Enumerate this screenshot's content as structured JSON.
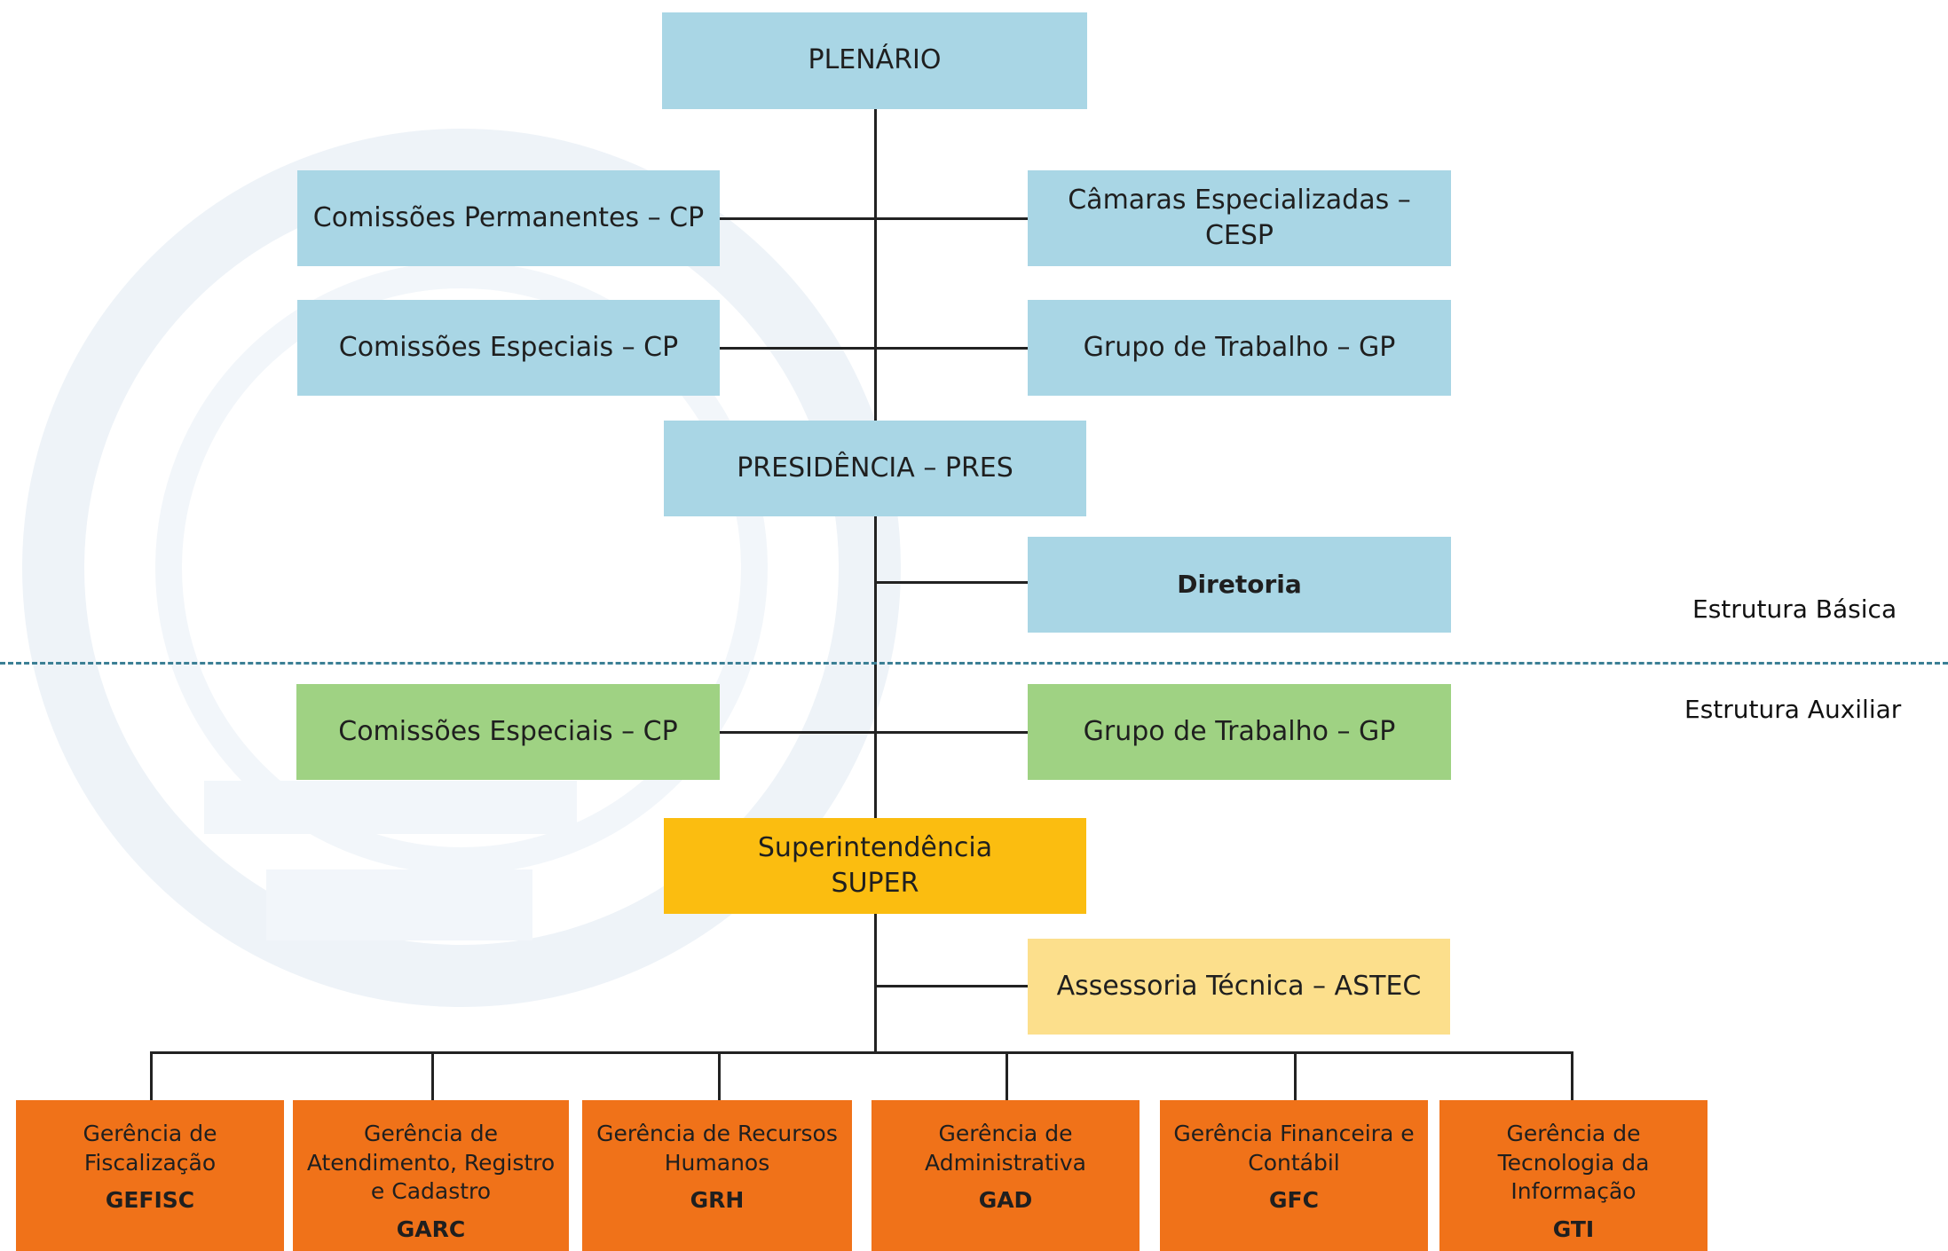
{
  "basic": {
    "plenario": "PLENÁRIO",
    "comissoes_permanentes": "Comissões Permanentes – CP",
    "camaras_especializadas": "Câmaras Especializadas – CESP",
    "comissoes_especiais": "Comissões Especiais – CP",
    "grupo_trabalho": "Grupo de Trabalho – GP",
    "presidencia": "PRESIDÊNCIA – PRES",
    "diretoria": "Diretoria"
  },
  "auxiliary": {
    "comissoes_especiais": "Comissões Especiais – CP",
    "grupo_trabalho": "Grupo de Trabalho – GP"
  },
  "super": {
    "line1": "Superintendência",
    "line2": "SUPER"
  },
  "astec": "Assessoria Técnica – ASTEC",
  "sections": {
    "basic": "Estrutura Básica",
    "auxiliary": "Estrutura Auxiliar"
  },
  "departments": [
    {
      "name": "Gerência de Fiscalização",
      "abbr": "GEFISC"
    },
    {
      "name": "Gerência de Atendimento, Registro e Cadastro",
      "abbr": "GARC"
    },
    {
      "name": "Gerência de Recursos Humanos",
      "abbr": "GRH"
    },
    {
      "name": "Gerência de Administrativa",
      "abbr": "GAD"
    },
    {
      "name": "Gerência Financeira e Contábil",
      "abbr": "GFC"
    },
    {
      "name": "Gerência de Tecnologia da Informação",
      "abbr": "GTI"
    }
  ],
  "colors": {
    "basic": "#a9d6e5",
    "auxiliary": "#9fd283",
    "superintendencia": "#fbbd10",
    "assessoria": "#fcdf8c",
    "gerencias": "#f07219",
    "divider": "#3b7f95"
  }
}
